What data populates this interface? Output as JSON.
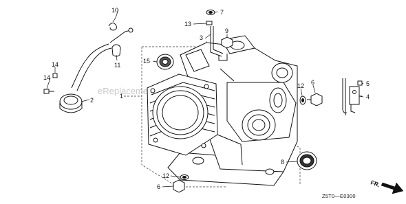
{
  "diagram": {
    "watermark": "eReplacementParts.com",
    "drawing_code": "Z5T0—E0300",
    "direction_label": "FR.",
    "callouts": [
      {
        "id": "1",
        "label": "1"
      },
      {
        "id": "2",
        "label": "2"
      },
      {
        "id": "3",
        "label": "3"
      },
      {
        "id": "4",
        "label": "4"
      },
      {
        "id": "5",
        "label": "5"
      },
      {
        "id": "6a",
        "label": "6"
      },
      {
        "id": "6b",
        "label": "6"
      },
      {
        "id": "7",
        "label": "7"
      },
      {
        "id": "8",
        "label": "8"
      },
      {
        "id": "9",
        "label": "9"
      },
      {
        "id": "10",
        "label": "10"
      },
      {
        "id": "11",
        "label": "11"
      },
      {
        "id": "12a",
        "label": "12"
      },
      {
        "id": "12b",
        "label": "12"
      },
      {
        "id": "13",
        "label": "13"
      },
      {
        "id": "14a",
        "label": "14"
      },
      {
        "id": "14b",
        "label": "14"
      },
      {
        "id": "15",
        "label": "15"
      }
    ]
  }
}
